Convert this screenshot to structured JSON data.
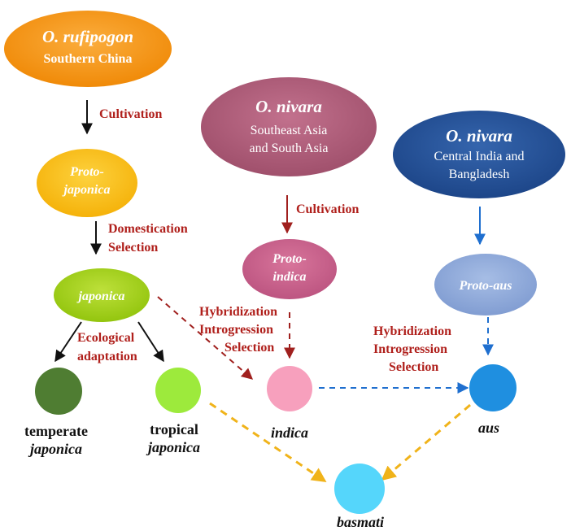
{
  "colors": {
    "rufipogon": "#f7920e",
    "proto_japonica": "#fbbf10",
    "japonica": "#a9d61c",
    "nivara_sea": "#b05d79",
    "proto_indica": "#c9628a",
    "nivara_ci": "#24529a",
    "proto_aus": "#8ea8d9",
    "temperate": "#4f7d32",
    "tropical": "#9dea3c",
    "indica": "#f7a0bd",
    "aus": "#1f8fe0",
    "basmati": "#55d6fb",
    "red_text": "#b0201c",
    "red_arrow": "#a0201e",
    "blue_arrow": "#1f6fcf",
    "gold_arrow": "#f0b31a"
  },
  "nodes": {
    "rufipogon": {
      "species": "O. rufipogon",
      "region": "Southern China"
    },
    "nivara_sea": {
      "species": "O. nivara",
      "region_line1": "Southeast Asia",
      "region_line2": "and  South Asia"
    },
    "nivara_ci": {
      "species": "O. nivara",
      "region_line1": "Central India and",
      "region_line2": "Bangladesh"
    },
    "proto_japonica": {
      "line1": "Proto-",
      "line2": "japonica"
    },
    "japonica": {
      "label": "japonica"
    },
    "proto_indica": {
      "line1": "Proto-",
      "line2": "indica"
    },
    "proto_aus": {
      "label": "Proto-aus"
    }
  },
  "processes": {
    "cultivation_1": "Cultivation",
    "domestication": "Domestication",
    "selection_1": "Selection",
    "cultivation_2": "Cultivation",
    "hybridization_1": "Hybridization",
    "introgression_1": "Introgression",
    "selection_2": "Selection",
    "ecological": "Ecological",
    "adaptation": "adaptation",
    "hybridization_2": "Hybridization",
    "introgression_2": "Introgression",
    "selection_3": "Selection"
  },
  "varieties": {
    "temperate_line1": "temperate",
    "temperate_line2": "japonica",
    "tropical_line1": "tropical",
    "tropical_line2": "japonica",
    "indica": "indica",
    "aus": "aus",
    "basmati": "basmati"
  }
}
